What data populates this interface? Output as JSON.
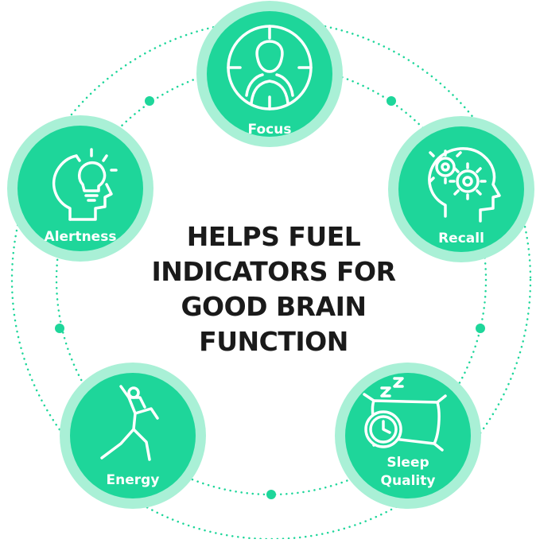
{
  "headline": {
    "lines": [
      "HELPS FUEL",
      "INDICATORS FOR",
      "GOOD BRAIN",
      "FUNCTION"
    ]
  },
  "nodes": {
    "focus": {
      "label": "Focus",
      "icon": "head-target-icon"
    },
    "recall": {
      "label": "Recall",
      "icon": "head-gears-icon"
    },
    "alertness": {
      "label": "Alertness",
      "icon": "head-lightbulb-icon"
    },
    "energy": {
      "label": "Energy",
      "icon": "stretching-person-icon"
    },
    "sleep": {
      "label_line1": "Sleep",
      "label_line2": "Quality",
      "icon": "clock-pillow-zzz-icon"
    }
  },
  "colors": {
    "ring_outer": "#a9f0d6",
    "ring_inner": "#1ed69a",
    "dots": "#1ed69a",
    "text_dark": "#1a1a1a",
    "icon_stroke": "#ffffff"
  }
}
